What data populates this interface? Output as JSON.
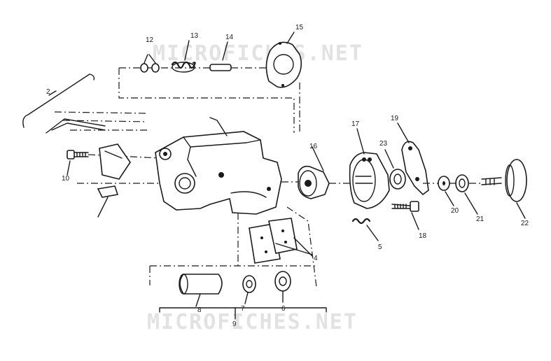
{
  "watermarks": [
    "MICROFICHES.NET",
    "MICROFICHES.NET"
  ],
  "labels": {
    "p2": "2",
    "p4": "4",
    "p5": "5",
    "p6": "6",
    "p7": "7",
    "p8": "8",
    "p9": "9",
    "p10": "10",
    "p12": "12",
    "p13": "13",
    "p14": "14",
    "p15": "15",
    "p16": "16",
    "p17": "17",
    "p18": "18",
    "p19": "19",
    "p20": "20",
    "p21": "21",
    "p22": "22",
    "p23": "23"
  },
  "colors": {
    "ink": "#1a1a1a",
    "watermark": "#e2e2e2",
    "paper": "#ffffff"
  }
}
